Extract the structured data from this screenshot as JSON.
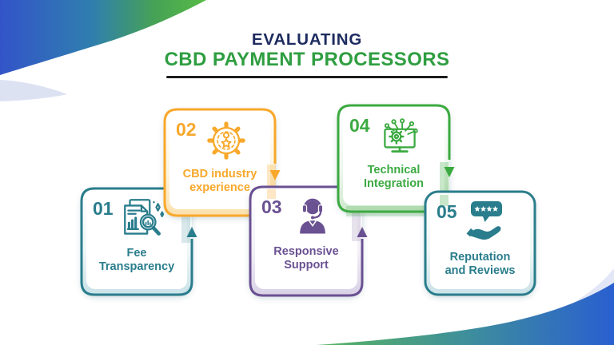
{
  "title": {
    "line1": "EVALUATING",
    "line2": "CBD PAYMENT PROCESSORS"
  },
  "steps": [
    {
      "number": "01",
      "label_lines": [
        "Fee",
        "Transparency"
      ],
      "color": "#2A7D8C",
      "icon": "documents-magnifier-icon"
    },
    {
      "number": "02",
      "label_lines": [
        "CBD industry",
        "experience"
      ],
      "color": "#F8A82B",
      "icon": "gear-person-star-icon"
    },
    {
      "number": "03",
      "label_lines": [
        "Responsive",
        "Support"
      ],
      "color": "#6A5192",
      "icon": "support-headset-icon"
    },
    {
      "number": "04",
      "label_lines": [
        "Technical",
        "Integration"
      ],
      "color": "#3CAA41",
      "icon": "monitor-network-gear-icon"
    },
    {
      "number": "05",
      "label_lines": [
        "Reputation",
        "and Reviews"
      ],
      "color": "#2A7D8C",
      "icon": "review-stars-hand-icon"
    }
  ],
  "colors": {
    "teal": "#2A7D8C",
    "yellow": "#F8A82B",
    "purple": "#6A5192",
    "green": "#3CAA41",
    "title_navy": "#1D2B5F",
    "title_green": "#2F9E41",
    "underline": "#1C1C1E",
    "swoosh_blue": "#3354C9",
    "swoosh_green": "#52B54A",
    "light_periwinkle": "#E2E6F6"
  }
}
